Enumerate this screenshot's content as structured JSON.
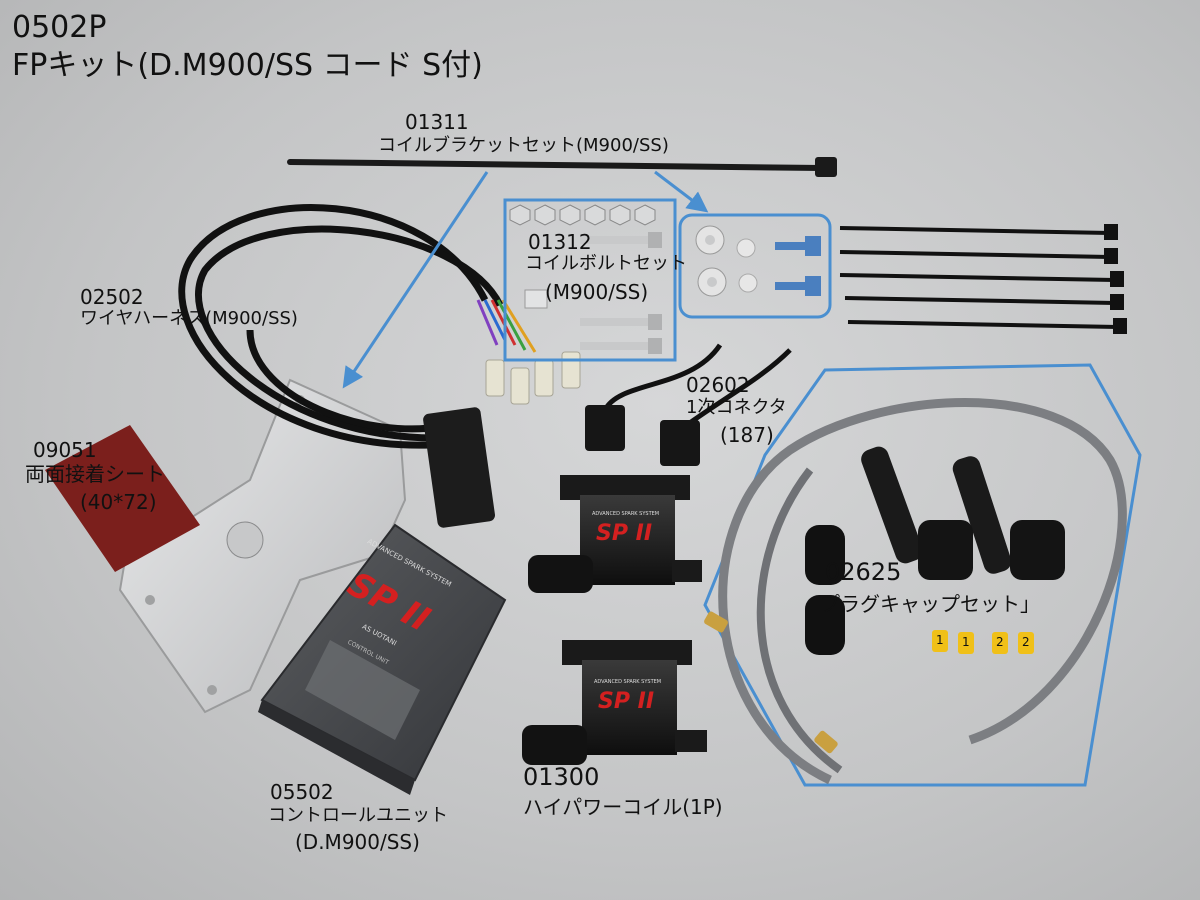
{
  "title": {
    "code": "0502P",
    "name": "FPキット(D.M900/SS コード S付)"
  },
  "parts": [
    {
      "key": "bracket_set",
      "code": "01311",
      "name": "コイルブラケットセット(M900/SS)"
    },
    {
      "key": "bolt_set",
      "code": "01312",
      "name": "コイルボルトセット",
      "spec": "(M900/SS)"
    },
    {
      "key": "harness",
      "code": "02502",
      "name": "ワイヤハーネス(M900/SS)"
    },
    {
      "key": "connector",
      "code": "02602",
      "name": "1次コネクタ",
      "spec": "(187)"
    },
    {
      "key": "tape",
      "code": "09051",
      "name": "両面接着シート",
      "spec": "(40*72)"
    },
    {
      "key": "plug_caps",
      "code": "02625",
      "name": "プラグキャップセット」"
    },
    {
      "key": "coil",
      "code": "01300",
      "name": "ハイパワーコイル(1P)"
    },
    {
      "key": "control_unit",
      "code": "05502",
      "name": "コントロールユニット",
      "spec": "(D.M900/SS)"
    }
  ],
  "product_print": {
    "brand": "SP II",
    "system": "ADVANCED SPARK SYSTEM",
    "maker": "AS UOTANI",
    "unit_label": "CONTROL UNIT"
  },
  "wire_markers": [
    "1",
    "1",
    "2",
    "2"
  ],
  "colors": {
    "annotation": "#4a8fd0",
    "background": "#c9cacb",
    "logo_red": "#d42020"
  }
}
